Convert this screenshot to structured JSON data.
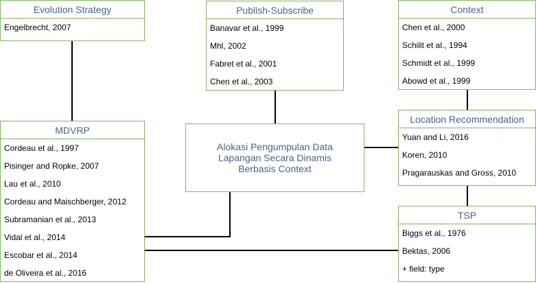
{
  "evolution_strategy": {
    "title": "Evolution Strategy",
    "items": [
      "Engelbrecht, 2007"
    ]
  },
  "publish_subscribe": {
    "title": "Publish-Subscribe",
    "items": [
      "Banavar et al., 1999",
      "Mhl, 2002",
      "Fabret et al., 2001",
      "Chen et al., 2003"
    ]
  },
  "context": {
    "title": "Context",
    "items": [
      "Chen et al., 2000",
      "Schilit et al., 1994",
      "Schmidt et al., 1999",
      "Abowd et al., 1999"
    ]
  },
  "mdvrp": {
    "title": "MDVRP",
    "items": [
      "Cordeau et al., 1997",
      "Pisinger and Ropke, 2007",
      "Lau et al., 2010",
      "Cordeau and Maischberger, 2012",
      "Subramanian et al., 2013",
      "Vidal et al., 2014",
      "Escobar et al., 2014",
      "de Oliveira et al., 2016"
    ]
  },
  "center": {
    "line1": "Alokasi Pengumpulan Data",
    "line2": "Lapangan Secara Dinamis",
    "line3": "Berbasis Context"
  },
  "location_recommendation": {
    "title": "Location Recommendation",
    "items": [
      "Yuan and Li, 2016",
      "Koren, 2010",
      "Pragarauskas and Gross, 2010"
    ]
  },
  "tsp": {
    "title": "TSP",
    "items": [
      "Biggs et al., 1976",
      "Bektas, 2006",
      "+ field: type"
    ]
  },
  "colors": {
    "border": "#82b366",
    "title_text": "#4a6287",
    "connector": "#000000"
  }
}
